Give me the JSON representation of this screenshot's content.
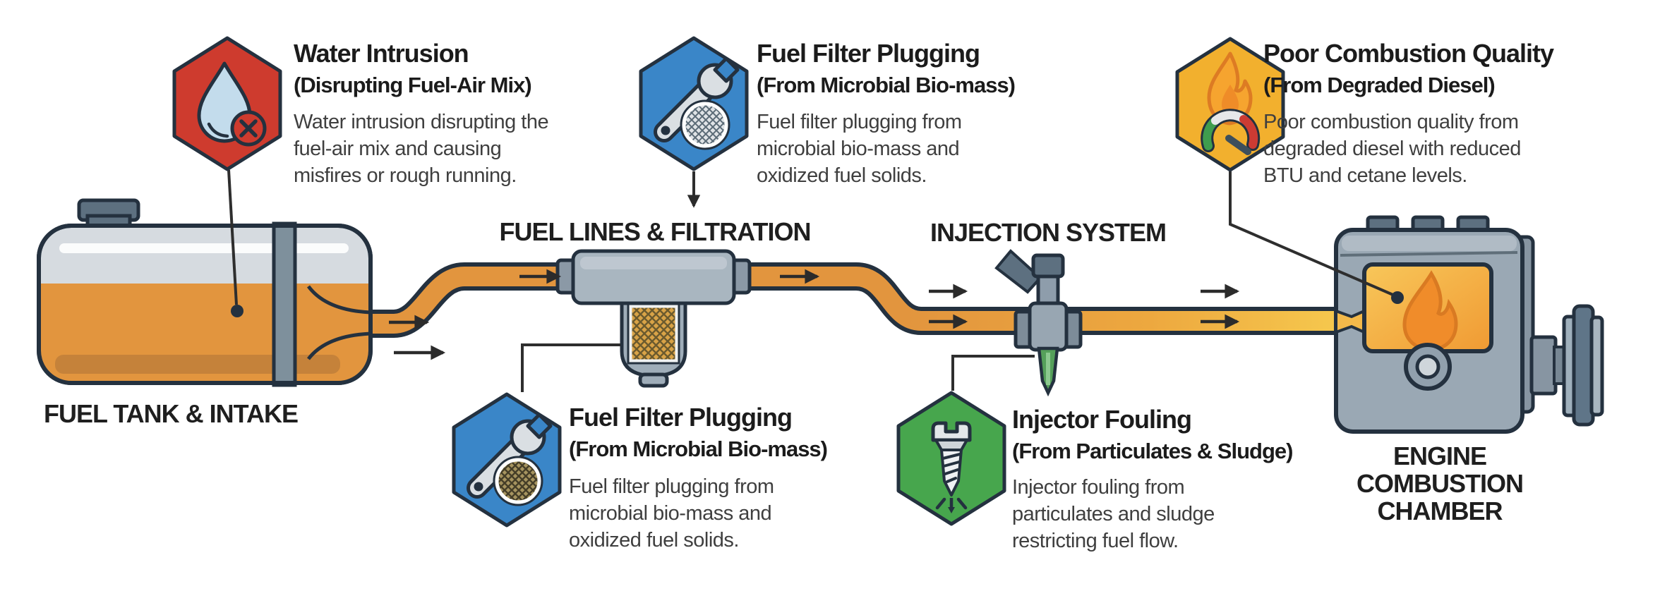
{
  "diagram": {
    "type": "fuel-system-contamination-infographic",
    "flow_order": [
      "FUEL TANK & INTAKE",
      "FUEL LINES & FILTRATION",
      "INJECTION SYSTEM",
      "ENGINE COMBUSTION CHAMBER"
    ]
  },
  "stages": [
    {
      "id": "fuel-tank-intake",
      "label": "FUEL TANK & INTAKE"
    },
    {
      "id": "fuel-lines-filtration",
      "label": "FUEL LINES & FILTRATION"
    },
    {
      "id": "injection-system",
      "label": "INJECTION SYSTEM"
    },
    {
      "id": "engine-combustion-chamber",
      "label": "ENGINE COMBUSTION CHAMBER",
      "label_lines": [
        "ENGINE",
        "COMBUSTION",
        "CHAMBER"
      ]
    }
  ],
  "callouts": [
    {
      "id": "water-intrusion",
      "icon": "water-drop-x-icon",
      "hex_color": "#ce3b2e",
      "title": "Water Intrusion",
      "subtitle": "(Disrupting Fuel-Air Mix)",
      "body_lines": [
        "Water intrusion disrupting the",
        "fuel-air mix and causing",
        "misfires or rough running."
      ]
    },
    {
      "id": "fuel-filter-plugging-top",
      "icon": "wrench-filter-icon",
      "hex_color": "#3a86c8",
      "title": "Fuel Filter Plugging",
      "subtitle": "(From Microbial Bio-mass)",
      "body_lines": [
        "Fuel filter plugging from",
        "microbial bio-mass and",
        "oxidized fuel solids."
      ]
    },
    {
      "id": "poor-combustion-quality",
      "icon": "flame-gauge-icon",
      "hex_color": "#f2b02e",
      "title": "Poor Combustion Quality",
      "subtitle": "(From Degraded Diesel)",
      "body_lines": [
        "Poor combustion quality from",
        "degraded diesel with reduced",
        "BTU and cetane levels."
      ]
    },
    {
      "id": "fuel-filter-plugging-bottom",
      "icon": "wrench-filter-icon",
      "hex_color": "#3a86c8",
      "title": "Fuel Filter Plugging",
      "subtitle": "(From Microbial Bio-mass)",
      "body_lines": [
        "Fuel filter plugging from",
        "microbial bio-mass and",
        "oxidized fuel solids."
      ]
    },
    {
      "id": "injector-fouling",
      "icon": "screw-icon",
      "hex_color": "#47a64d",
      "title": "Injector Fouling",
      "subtitle": "(From Particulates & Sludge)",
      "body_lines": [
        "Injector fouling from",
        "particulates and sludge",
        "restricting fuel flow."
      ]
    }
  ],
  "colors": {
    "outline": "#24313f",
    "pipe_fuel": "#e2953e",
    "pipe_fuel_hot": "#f6c94e",
    "tank_body": "#d6dbe0",
    "fuel_band": "#c5823a",
    "metal_gray": "#9aa8b4",
    "leader_line": "#2e2e2e",
    "filter_mesh_clean": "#dfe3e6",
    "filter_mesh_clogged": "#a6945f",
    "filter_element": "#d9a347",
    "combustion_window": "#f09a33",
    "flame_orange": "#f08c2a",
    "gauge_green": "#3f9d4e",
    "gauge_red": "#cc3b33",
    "injector_nozzle": "#55a05a"
  }
}
